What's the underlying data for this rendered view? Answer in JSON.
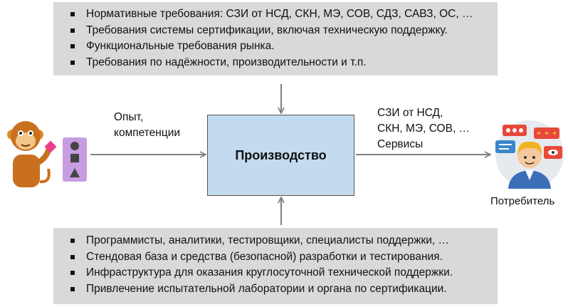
{
  "requirements": {
    "items": [
      "Нормативные требования: СЗИ от НСД, СКН, МЭ, СОВ, СДЗ, САВЗ, ОС, …",
      "Требования системы сертификации, включая техническую поддержку.",
      "Функциональные требования рынка.",
      "Требования по надёжности, производительности и т.п."
    ]
  },
  "input": {
    "line1": "Опыт,",
    "line2": "компетенции"
  },
  "process": {
    "label": "Производство"
  },
  "output": {
    "line1": "СЗИ от НСД,",
    "line2": "СКН, МЭ, СОВ, …",
    "line3": "Сервисы"
  },
  "consumer": {
    "label": "Потребитель"
  },
  "resources": {
    "items": [
      "Программисты, аналитики, тестировщики, специалисты поддержки, …",
      "Стендовая база и средства (безопасной) разработки и тестирования.",
      "Инфраструктура для оказания круглосуточной технической поддержки.",
      "Привлечение испытательной лаборатории и органа по сертификации."
    ]
  },
  "colors": {
    "panel": "#d9d9d9",
    "process_fill": "#c3dbee",
    "arrow": "#808080"
  }
}
